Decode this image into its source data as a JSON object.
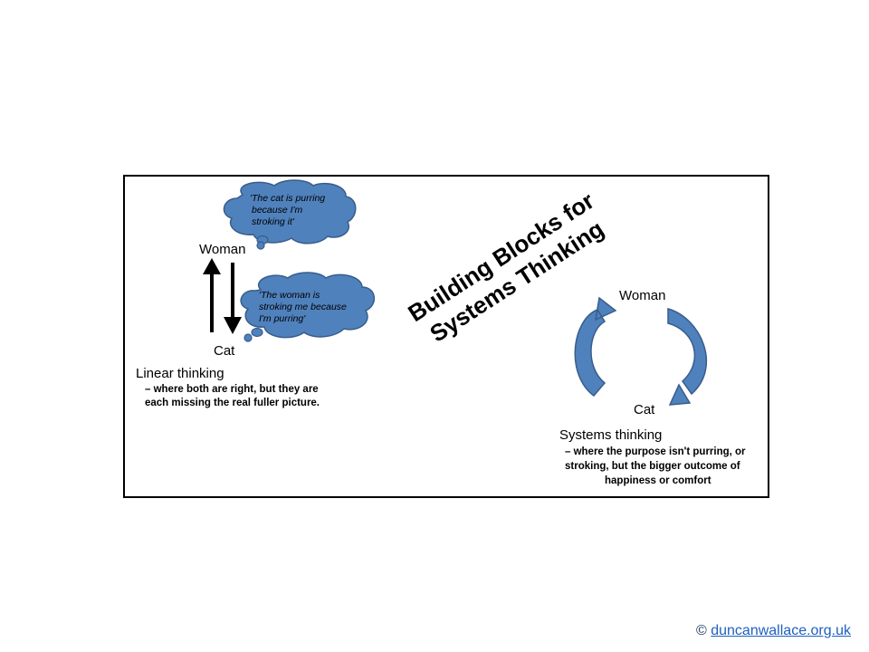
{
  "title": "Building Blocks for Systems Thinking",
  "title_lines": [
    "Building Blocks for",
    "Systems Thinking"
  ],
  "linear": {
    "top_label": "Woman",
    "bottom_label": "Cat",
    "woman_thought": [
      "'The cat is purring",
      "because I'm",
      "stroking it'"
    ],
    "cat_thought": [
      "'The woman is",
      "stroking me because",
      "I'm purring'"
    ],
    "heading": "Linear thinking",
    "description": [
      "– where both are right, but they are",
      "each missing the real fuller picture."
    ]
  },
  "systems": {
    "top_label": "Woman",
    "bottom_label": "Cat",
    "heading": "Systems thinking",
    "description": [
      "– where the purpose isn't purring, or",
      "stroking, but the bigger outcome of",
      "happiness or comfort"
    ]
  },
  "footer": {
    "copyright_symbol": "©",
    "link_text": "duncanwallace.org.uk"
  },
  "colors": {
    "shape_fill": "#4f81bd",
    "shape_stroke": "#385d8a",
    "text": "#000000"
  }
}
